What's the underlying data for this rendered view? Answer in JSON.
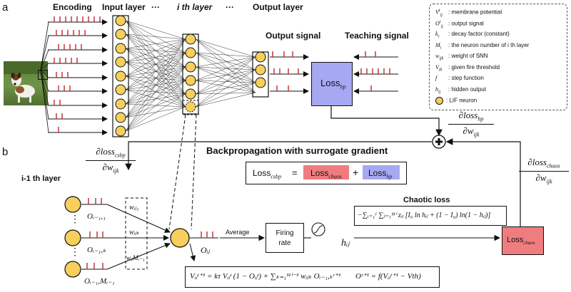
{
  "panels": {
    "a": "a",
    "b": "b"
  },
  "top": {
    "encoding": "Encoding",
    "input_layer": "Input layer",
    "ellipsis1": "···",
    "ith_layer": "i th layer",
    "ellipsis2": "···",
    "output_layer": "Output layer",
    "output_signal": "Output signal",
    "teaching_signal": "Teaching signal",
    "loss_bp": "Loss",
    "loss_bp_sub": "bp"
  },
  "legend": [
    {
      "sym": "V",
      "sup": "t",
      "sub": "ij",
      "desc": ": membrane potential"
    },
    {
      "sym": "O",
      "sup": "t",
      "sub": "ij",
      "desc": ": output signal"
    },
    {
      "sym": "k",
      "sup": "",
      "sub": "τ",
      "desc": ": decay factor (constant)"
    },
    {
      "sym": "M",
      "sup": "",
      "sub": "i",
      "desc": ": the neuron number of i th layer"
    },
    {
      "sym": "w",
      "sup": "",
      "sub": "ijk",
      "desc": ": weight of SNN"
    },
    {
      "sym": "V",
      "sup": "",
      "sub": "th",
      "desc": ": given fire threshold"
    },
    {
      "sym": "f",
      "sup": "",
      "sub": "",
      "desc": ": step function"
    },
    {
      "sym": "h",
      "sup": "",
      "sub": "ij",
      "desc": ": hidden output"
    },
    {
      "sym": "",
      "sup": "",
      "sub": "",
      "desc": ": LIF neuron"
    }
  ],
  "bottom": {
    "title": "Backpropagation with surrogate gradient",
    "prev_layer": "i-1 th layer",
    "grad_csbp_num": "∂loss",
    "grad_csbp_sub": "csbp",
    "grad_den": "∂w",
    "grad_den_sub": "ijk",
    "grad_bp_num": "∂loss",
    "grad_bp_sub": "bp",
    "grad_chaos_num": "∂loss",
    "grad_chaos_sub": "chaos",
    "eq_lhs": "Loss",
    "eq_lhs_sub": "csbp",
    "eq_equals": "=",
    "eq_plus": "+",
    "loss_chaos": "Loss",
    "loss_chaos_sub": "chaos",
    "loss_bp": "Loss",
    "loss_bp_sub": "bp",
    "chaotic_loss": "Chaotic loss",
    "chaos_formula": "−∑ᵢ₌₁ᴵ ∑ⱼ₌₁ᴹⁱ zᵢⱼ [I₀ ln hᵢⱼ + (1 − I₀) ln(1 − hᵢⱼ)]",
    "average": "Average",
    "firing_rate_1": "Firing",
    "firing_rate_2": "rate",
    "h_ij": "hᵢⱼ",
    "O_ij": "Oᵢⱼ",
    "O_1": "Oᵢ₋₁,₁",
    "O_k": "Oᵢ₋₁,ₖ",
    "O_M": "Oᵢ₋₁,Mᵢ₋₁",
    "w_1": "wᵢⱼ₁",
    "w_k": "wᵢⱼₖ",
    "w_M": "wᵢⱼMᵢ₋₁",
    "dots": "⋮",
    "update_formula": "Vᵢⱼᵗ⁺¹ = kτ Vᵢⱼᵗ (1 − Oᵢⱼᵗ) + ∑ₖ₌₁ᴹⁱ⁻¹ wᵢⱼₖ Oᵢ₋₁,ₖᵗ⁺¹",
    "output_formula": "Oᵗ⁺¹ = f(Vᵢⱼᵗ⁺¹ − Vth)"
  },
  "colors": {
    "neuron": "#f6cf5c",
    "loss_bp": "#a6a8f2",
    "loss_chaos": "#ef7d7f",
    "spike": "#c0282d",
    "line": "#111111"
  }
}
